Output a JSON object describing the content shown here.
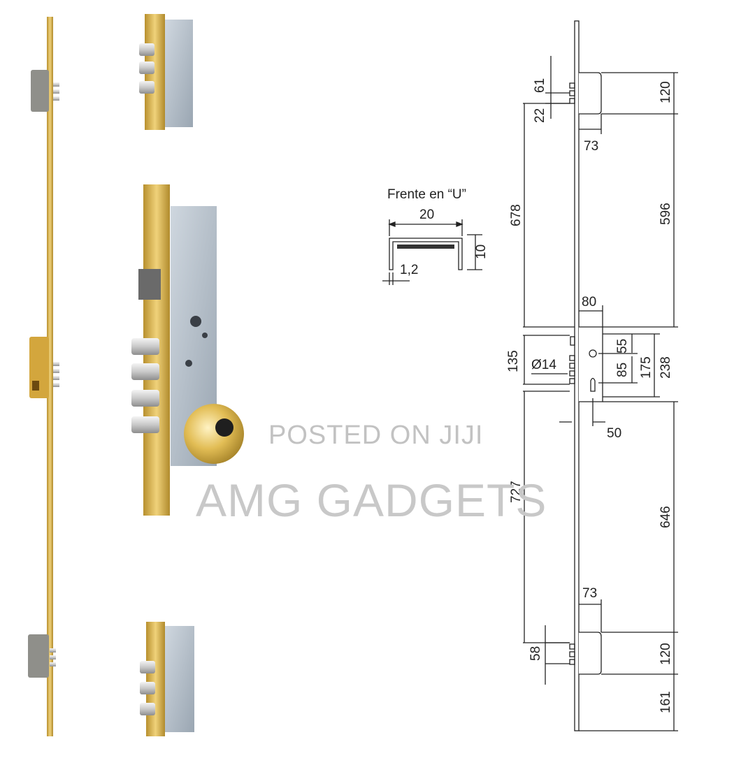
{
  "profile": {
    "label": "Frente en “U”",
    "width": "20",
    "height": "10",
    "thickness": "1,2"
  },
  "dimensions": {
    "top_bolt_spacing": "61",
    "top_bolt_offset": "22",
    "top_box_height": "120",
    "top_box_width": "73",
    "upper_span_left": "678",
    "upper_span_right": "596",
    "main_box_width": "80",
    "lock_face": "135",
    "cylinder_dia": "Ø14",
    "latch_offset": "55",
    "key_offset": "85",
    "main_box_175": "175",
    "main_box_238": "238",
    "backset": "50",
    "lower_span_left": "727",
    "lower_span_right": "646",
    "bottom_box_width": "73",
    "bottom_bolt_spacing": "58",
    "bottom_box_height": "120",
    "bottom_end": "161"
  },
  "watermark": {
    "line1": "POSTED ON JIJI",
    "line2": "AMG GADGETS"
  },
  "colors": {
    "brass": "#d9b24a",
    "brass_dark": "#a8852a",
    "steel": "#b9c4cf",
    "steel_dark": "#8e9aa6",
    "line": "#222222",
    "watermark": "#c4c4c4"
  }
}
